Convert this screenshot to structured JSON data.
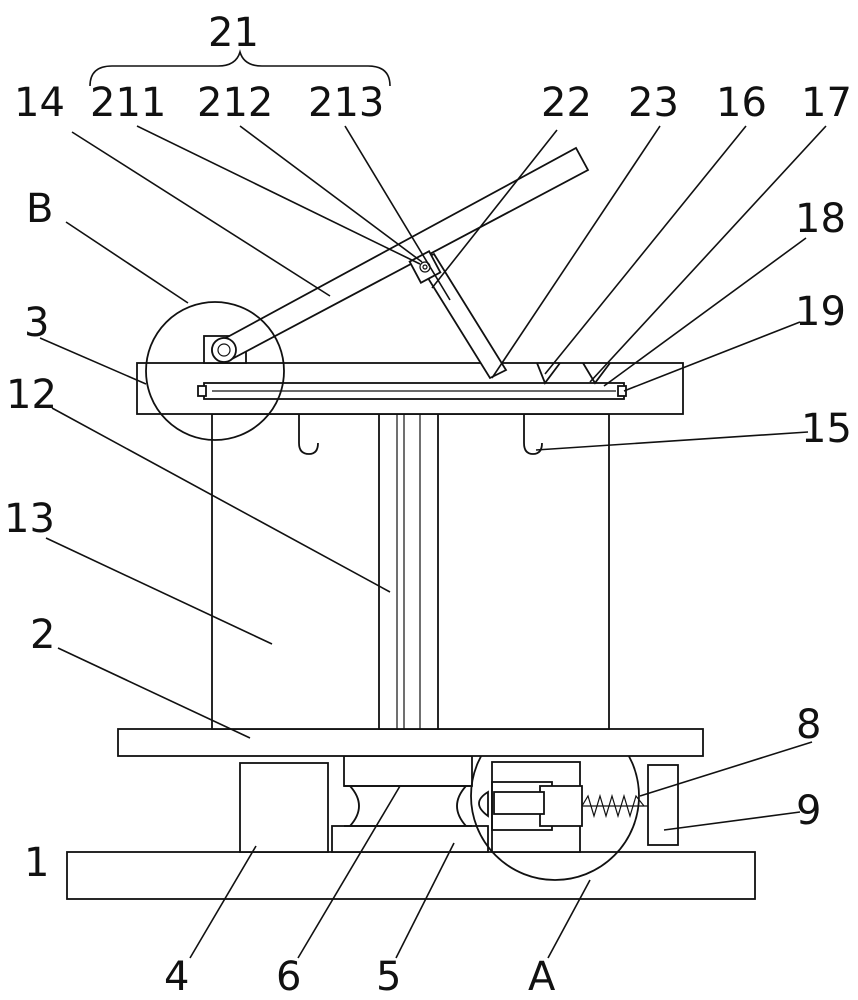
{
  "labels": {
    "l21": "21",
    "l14": "14",
    "l211": "211",
    "l212": "212",
    "l213": "213",
    "l22": "22",
    "l23": "23",
    "l16": "16",
    "l17": "17",
    "lB": "B",
    "l18": "18",
    "l3": "3",
    "l19": "19",
    "l12": "12",
    "l15": "15",
    "l13": "13",
    "l2": "2",
    "l8": "8",
    "l9": "9",
    "l1": "1",
    "l4": "4",
    "l6": "6",
    "l5": "5",
    "lA": "A"
  }
}
